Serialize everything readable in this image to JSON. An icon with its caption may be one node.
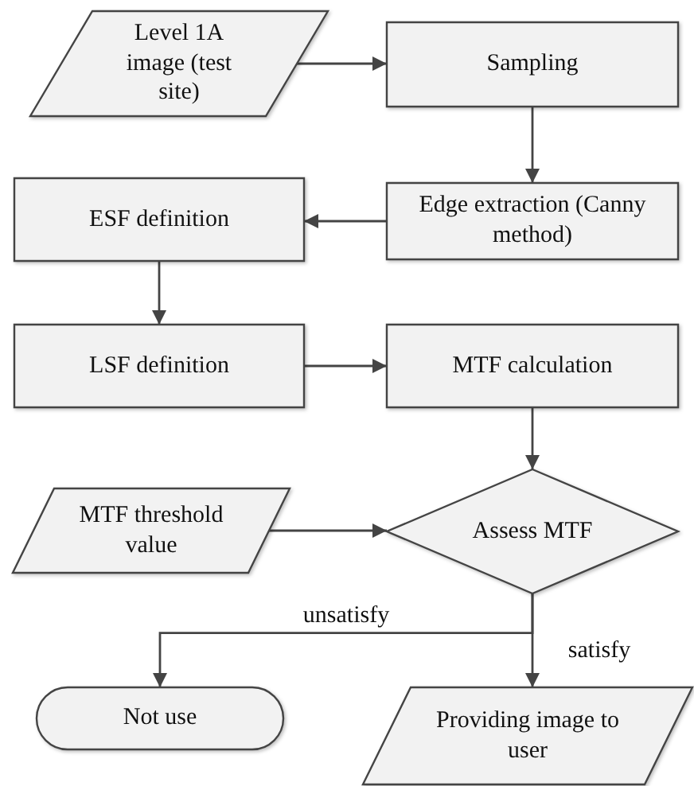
{
  "diagram": {
    "nodes": [
      {
        "text": [
          "Level 1A image (test site)"
        ]
      },
      {
        "text": [
          "Sampling"
        ]
      },
      {
        "text": [
          "Edge extraction (Canny method)"
        ]
      },
      {
        "text": [
          "ESF definition"
        ]
      },
      {
        "text": [
          "LSF definition"
        ]
      },
      {
        "text": [
          "MTF calculation"
        ]
      },
      {
        "text": [
          "MTF threshold value"
        ]
      },
      {
        "text": [
          "Assess MTF"
        ]
      },
      {
        "text": [
          "Not use"
        ]
      },
      {
        "text": [
          "Providing image to user"
        ]
      }
    ],
    "edges": [
      {
        "from": 0,
        "to": 1,
        "arrow": "to"
      },
      {
        "from": 1,
        "to": 2,
        "arrow": "to"
      },
      {
        "from": 2,
        "to": 3,
        "arrow": "to"
      },
      {
        "from": 3,
        "to": 4,
        "arrow": "to"
      },
      {
        "from": 4,
        "to": 5,
        "arrow": "to"
      },
      {
        "from": 5,
        "to": 7,
        "arrow": "to"
      },
      {
        "from": 6,
        "to": 7,
        "arrow": "to"
      },
      {
        "from": 7,
        "to": 8,
        "arrow": "to",
        "label": "unsatisfy"
      },
      {
        "from": 7,
        "to": 9,
        "arrow": "to",
        "label": "satisfy"
      }
    ]
  }
}
